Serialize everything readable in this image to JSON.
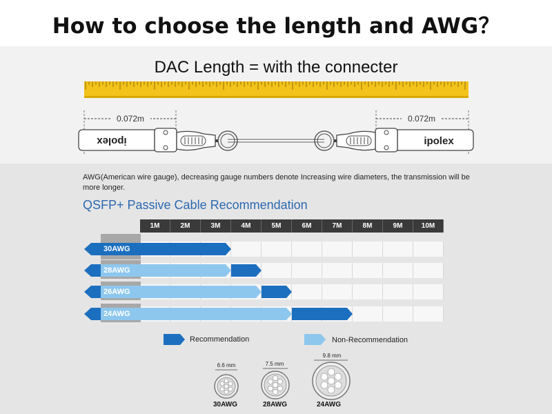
{
  "title": "How to choose the length and AWG？",
  "ruler": {
    "heading": "DAC Length =  with the connecter"
  },
  "cable": {
    "left_dimension": "0.072m",
    "right_dimension": "0.072m",
    "left_brand": "ipolex",
    "right_brand": "ipolex"
  },
  "description": "AWG(American wire gauge), decreasing gauge numbers denote Increasing wire diameters, the transmission will be more longer.",
  "chart_data": {
    "type": "table",
    "title": "QSFP+ Passive Cable Recommendation",
    "categories": [
      "1M",
      "2M",
      "3M",
      "4M",
      "5M",
      "6M",
      "7M",
      "8M",
      "9M",
      "10M"
    ],
    "rows": [
      {
        "label": "30AWG",
        "non_recommendation_m": 0,
        "recommendation_m": 3
      },
      {
        "label": "28AWG",
        "non_recommendation_m": 3,
        "recommendation_m": 4
      },
      {
        "label": "26AWG",
        "non_recommendation_m": 4,
        "recommendation_m": 5
      },
      {
        "label": "24AWG",
        "non_recommendation_m": 5,
        "recommendation_m": 7
      }
    ],
    "legend": [
      "Recommendation",
      "Non-Recommendation"
    ],
    "colors": {
      "recommendation": "#1c6fbf",
      "non_recommendation": "#8ec7ee",
      "header": "#3a3a3a"
    }
  },
  "cross_sections": [
    {
      "label": "30AWG",
      "diameter": "6.6 mm"
    },
    {
      "label": "28AWG",
      "diameter": "7.5 mm"
    },
    {
      "label": "24AWG",
      "diameter": "9.8 mm"
    }
  ],
  "colors": {
    "ruler": "#f3c21b",
    "ruler_tick": "#7a5c00",
    "page_panel": "#e5e5e5",
    "accent_text": "#2c69b0"
  }
}
